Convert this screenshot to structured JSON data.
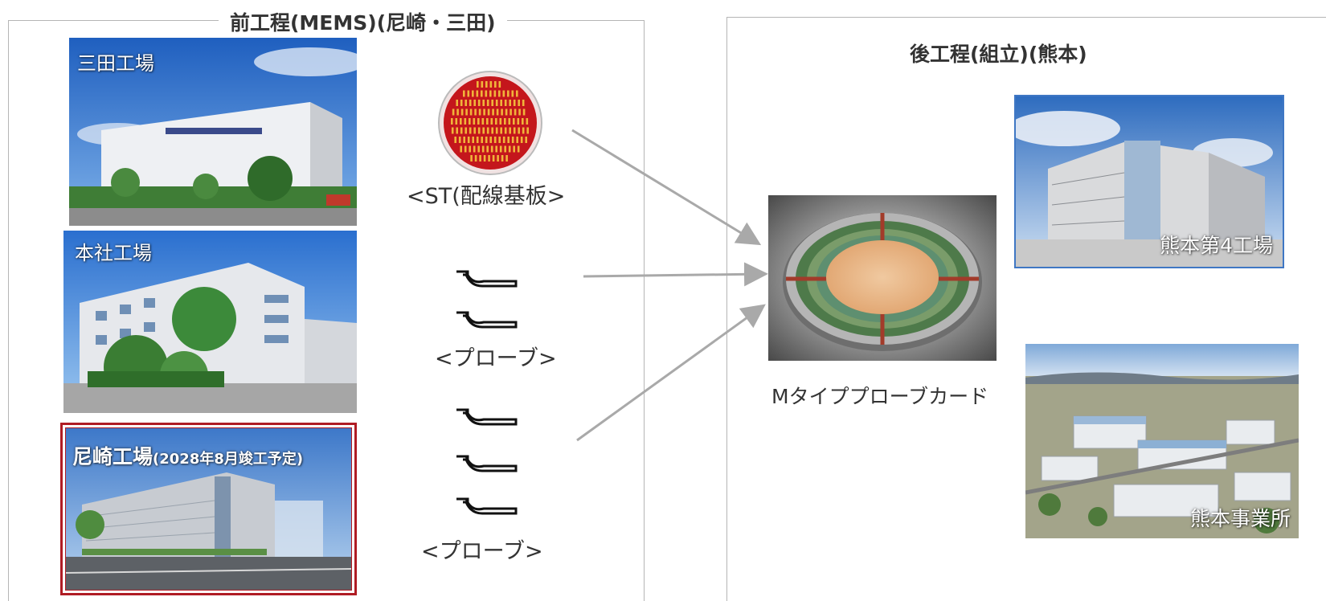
{
  "front_process": {
    "title": "前工程(MEMS)(尼崎・三田)",
    "sites": {
      "sanda": "三田工場",
      "honsha": "本社工場",
      "amagasaki": "尼崎工場",
      "amagasaki_note": "(2028年8月竣工予定)"
    },
    "components": {
      "st": "<ST(配線基板>",
      "probe_1": "<プローブ>",
      "probe_2": "<プローブ>"
    }
  },
  "back_process": {
    "title": "後工程(組立)(熊本)",
    "product": "Mタイププローブカード",
    "sites": {
      "kumamoto_4": "熊本第4工場",
      "kumamoto_site": "熊本事業所"
    }
  },
  "colors": {
    "highlight_frame": "#b01c24",
    "kumamoto4_frame": "#3f77c4",
    "arrow": "#a9a9a9",
    "wafer": "#c4161c"
  }
}
